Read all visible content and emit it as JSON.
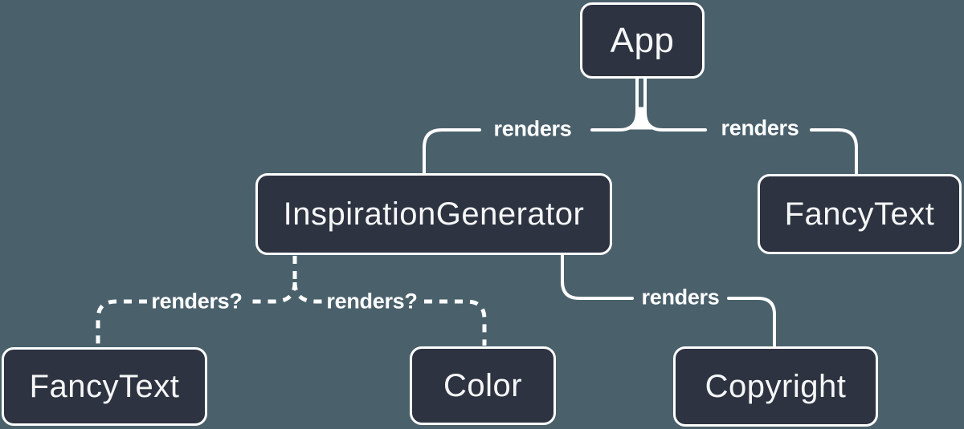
{
  "colors": {
    "background": "#4a616c",
    "node_fill": "#2d3340",
    "node_border": "#ffffff",
    "node_text": "#f5f6f7",
    "line": "#ffffff"
  },
  "nodes": {
    "app": {
      "label": "App"
    },
    "inspiration_generator": {
      "label": "InspirationGenerator"
    },
    "fancy_text_top": {
      "label": "FancyText"
    },
    "fancy_text_bottom": {
      "label": "FancyText"
    },
    "color": {
      "label": "Color"
    },
    "copyright": {
      "label": "Copyright"
    }
  },
  "edges": [
    {
      "from": "App",
      "to": "InspirationGenerator",
      "label": "renders",
      "style": "solid"
    },
    {
      "from": "App",
      "to": "FancyText",
      "label": "renders",
      "style": "solid"
    },
    {
      "from": "InspirationGenerator",
      "to": "FancyText",
      "label": "renders?",
      "style": "dashed"
    },
    {
      "from": "InspirationGenerator",
      "to": "Color",
      "label": "renders?",
      "style": "dashed"
    },
    {
      "from": "InspirationGenerator",
      "to": "Copyright",
      "label": "renders",
      "style": "solid"
    }
  ]
}
